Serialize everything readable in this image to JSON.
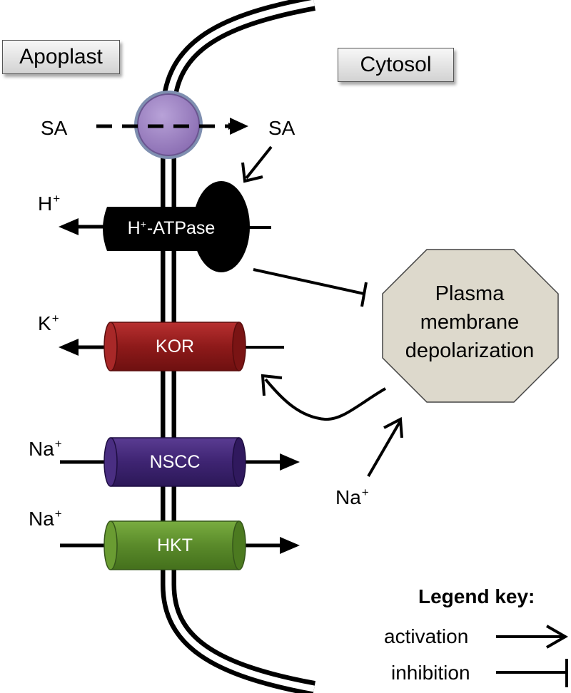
{
  "compartments": {
    "left": "Apoplast",
    "right": "Cytosol"
  },
  "transport": {
    "sa_outside": "SA",
    "sa_inside": "SA"
  },
  "ions": {
    "h_label": "H",
    "h_charge": "+",
    "k_label": "K",
    "k_charge": "+",
    "na1_label": "Na",
    "na1_charge": "+",
    "na2_label": "Na",
    "na2_charge": "+",
    "na3_label": "Na",
    "na3_charge": "+"
  },
  "channels": {
    "atpase_pre": "H",
    "atpase_sup": "+",
    "atpase_post": "-ATPase",
    "kor": "KOR",
    "nscc": "NSCC",
    "hkt": "HKT"
  },
  "node": {
    "depol_line1": "Plasma",
    "depol_line2": "membrane",
    "depol_line3": "depolarization"
  },
  "legend": {
    "title": "Legend key:",
    "activation": "activation",
    "inhibition": "inhibition"
  },
  "colors": {
    "transporter": "#9a7fc0",
    "kor": "#8e1a1a",
    "nscc": "#3e2472",
    "hkt": "#5a8a2a",
    "atpase": "#000000",
    "depolarization_fill": "#ddd9cc"
  }
}
